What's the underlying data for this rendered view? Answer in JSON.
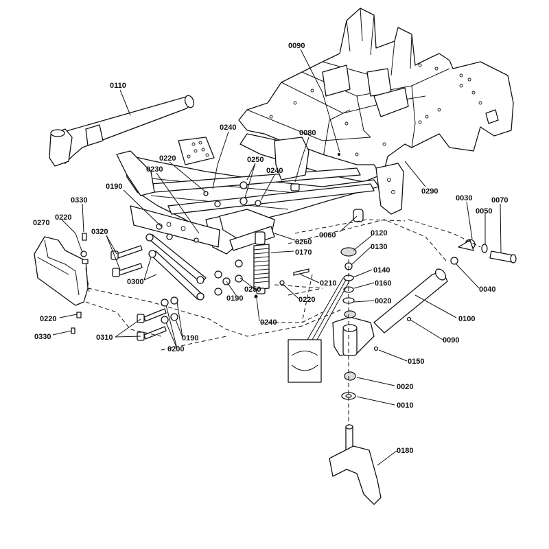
{
  "diagram": {
    "callouts": [
      {
        "id": "c0090a",
        "label": "0090"
      },
      {
        "id": "c0110",
        "label": "0110"
      },
      {
        "id": "c0240a",
        "label": "0240"
      },
      {
        "id": "c0080",
        "label": "0080"
      },
      {
        "id": "c0250a",
        "label": "0250"
      },
      {
        "id": "c0240b",
        "label": "0240"
      },
      {
        "id": "c0220a",
        "label": "0220"
      },
      {
        "id": "c0230",
        "label": "0230"
      },
      {
        "id": "c0190a",
        "label": "0190"
      },
      {
        "id": "c0290",
        "label": "0290"
      },
      {
        "id": "c0330a",
        "label": "0330"
      },
      {
        "id": "c0270",
        "label": "0270"
      },
      {
        "id": "c0220b",
        "label": "0220"
      },
      {
        "id": "c0320",
        "label": "0320"
      },
      {
        "id": "c0030",
        "label": "0030"
      },
      {
        "id": "c0070",
        "label": "0070"
      },
      {
        "id": "c0050",
        "label": "0050"
      },
      {
        "id": "c0060",
        "label": "0060"
      },
      {
        "id": "c0120",
        "label": "0120"
      },
      {
        "id": "c0260",
        "label": "0260"
      },
      {
        "id": "c0130",
        "label": "0130"
      },
      {
        "id": "c0170",
        "label": "0170"
      },
      {
        "id": "c0140",
        "label": "0140"
      },
      {
        "id": "c0300",
        "label": "0300"
      },
      {
        "id": "c0040",
        "label": "0040"
      },
      {
        "id": "c0210",
        "label": "0210"
      },
      {
        "id": "c0160",
        "label": "0160"
      },
      {
        "id": "c0250b",
        "label": "0250"
      },
      {
        "id": "c0190b",
        "label": "0190"
      },
      {
        "id": "c0220c",
        "label": "0220"
      },
      {
        "id": "c0020a",
        "label": "0020"
      },
      {
        "id": "c0100",
        "label": "0100"
      },
      {
        "id": "c0240c",
        "label": "0240"
      },
      {
        "id": "c0220d",
        "label": "0220"
      },
      {
        "id": "c0090b",
        "label": "0090"
      },
      {
        "id": "c0330b",
        "label": "0330"
      },
      {
        "id": "c0310",
        "label": "0310"
      },
      {
        "id": "c0190c",
        "label": "0190"
      },
      {
        "id": "c0200",
        "label": "0200"
      },
      {
        "id": "c0150",
        "label": "0150"
      },
      {
        "id": "c0020b",
        "label": "0020"
      },
      {
        "id": "c0010",
        "label": "0010"
      },
      {
        "id": "c0180",
        "label": "0180"
      }
    ]
  }
}
